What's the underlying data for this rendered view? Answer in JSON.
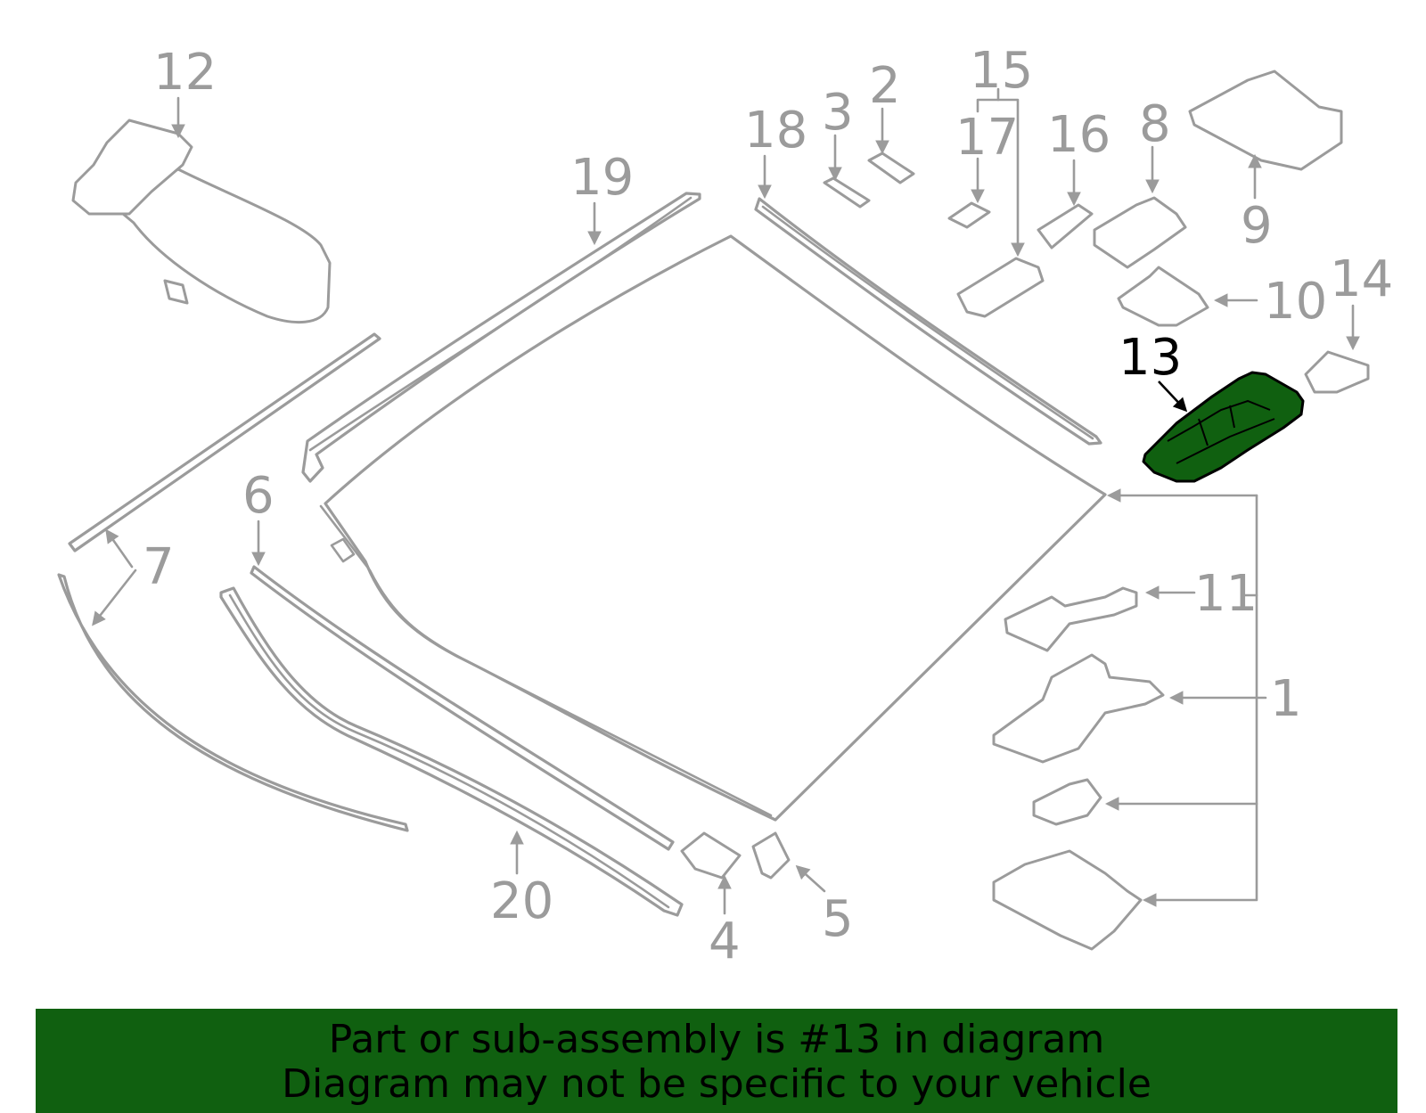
{
  "highlight_color": "#106010",
  "line_color": "#9b9b9b",
  "callouts": {
    "c1": "1",
    "c2": "2",
    "c3": "3",
    "c4": "4",
    "c5": "5",
    "c6": "6",
    "c7": "7",
    "c8": "8",
    "c9": "9",
    "c10": "10",
    "c11": "11",
    "c12": "12",
    "c13": "13",
    "c14": "14",
    "c15": "15",
    "c16": "16",
    "c17": "17",
    "c18": "18",
    "c19": "19",
    "c20": "20"
  },
  "banner": {
    "line1": "Part or sub-assembly is #13 in diagram",
    "line2": "Diagram may not be specific to your vehicle"
  }
}
